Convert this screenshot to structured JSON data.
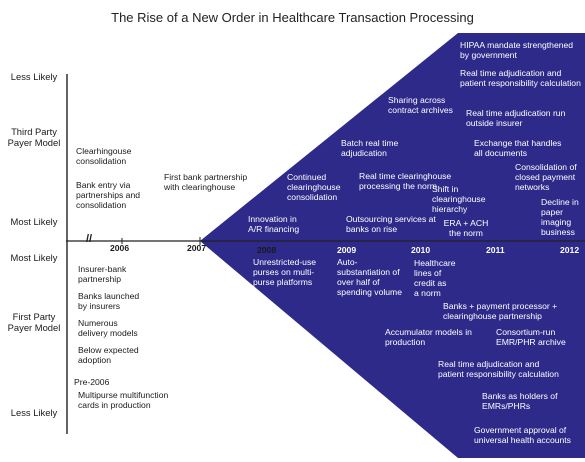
{
  "title": "The Rise of a New Order in Healthcare Transaction Processing",
  "left_axis": {
    "top_panel": {
      "top": "Less Likely",
      "label": "Third Party Payer Model",
      "bottom": "Most Likely"
    },
    "bottom_panel": {
      "top": "Most Likely",
      "label": "First Party Payer Model",
      "bottom": "Less Likely"
    }
  },
  "timeline": {
    "break_mark": "//",
    "years": [
      "2006",
      "2007",
      "2008",
      "2009",
      "2010",
      "2011",
      "2012"
    ]
  },
  "colors": {
    "wedge": "#2e2a8a",
    "axis": "#222222",
    "text": "#1a1a1a"
  },
  "upper_pre": [
    "Clearhingouse consolidation",
    "Bank entry via partnerships and consolidation",
    "First bank partnership with clearinghouse"
  ],
  "upper_wedge": [
    "HIPAA mandate strengthened by government",
    "Real time adjudication and patient responsibility calculation",
    "Sharing across contract archives",
    "Real time adjudication run outside insurer",
    "Batch real time adjudication",
    "Exchange that handles all documents",
    "Continued clearinghouse consolidation",
    "Real time clearinghouse processing the norm",
    "Consolidation of closed payment networks",
    "Shift in clearinghouse hierarchy",
    "Innovation in A/R financing",
    "Outsourcing services at banks on rise",
    "ERA + ACH the norm",
    "Decline in paper imaging business"
  ],
  "lower_pre": [
    "Insurer-bank partnership",
    "Banks launched by insurers",
    "Numerous delivery models",
    "Below expected adoption",
    "Pre-2006",
    "Multipurse multifunction cards in production"
  ],
  "lower_wedge": [
    "Unrestricted-use purses on multi-purse platforms",
    "Auto-substantiation of over half of spending volume",
    "Healthcare lines of credit as a norm",
    "Banks + payment processor + clearinghouse partnership",
    "Accumulator models in production",
    "Consortium-run EMR/PHR archive",
    "Real time adjudication and patient responsibility calculation",
    "Banks as holders of EMRs/PHRs",
    "Government approval of universal health accounts"
  ]
}
